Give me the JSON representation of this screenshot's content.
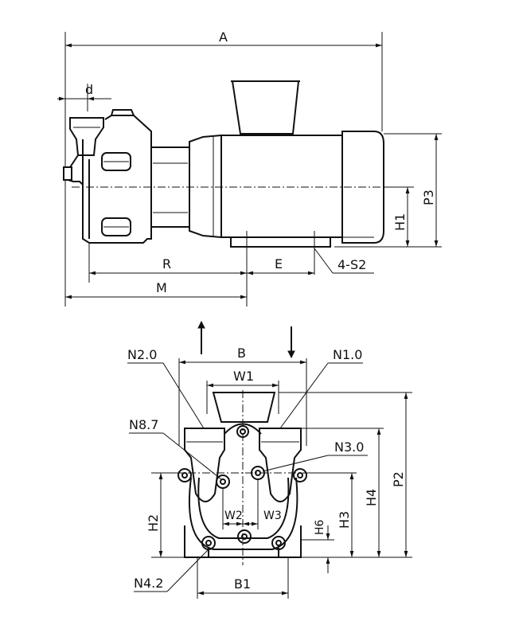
{
  "side_view": {
    "labels": {
      "A": "A",
      "d": "d",
      "P3": "P3",
      "H1": "H1",
      "R": "R",
      "E": "E",
      "S2": "4-S2",
      "M": "M"
    }
  },
  "front_view": {
    "labels": {
      "B": "B",
      "W1": "W1",
      "N2_0": "N2.0",
      "N1_0": "N1.0",
      "N8_7": "N8.7",
      "N3_0": "N3.0",
      "P2": "P2",
      "H4": "H4",
      "H3": "H3",
      "H6": "H6",
      "H2": "H2",
      "W2": "W2",
      "W3": "W3",
      "N4_2": "N4.2",
      "B1": "B1"
    }
  }
}
